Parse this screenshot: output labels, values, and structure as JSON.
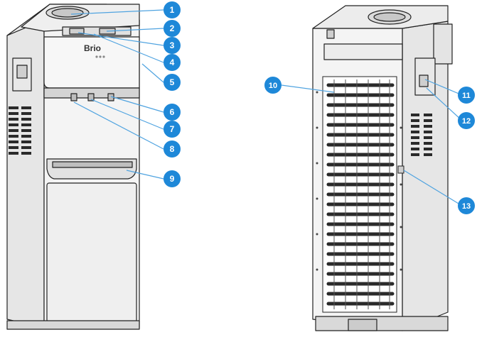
{
  "brand": {
    "logo_text": "Brio"
  },
  "callouts": [
    {
      "number": "1"
    },
    {
      "number": "2"
    },
    {
      "number": "3"
    },
    {
      "number": "4"
    },
    {
      "number": "5"
    },
    {
      "number": "6"
    },
    {
      "number": "7"
    },
    {
      "number": "8"
    },
    {
      "number": "9"
    },
    {
      "number": "10"
    },
    {
      "number": "11"
    },
    {
      "number": "12"
    },
    {
      "number": "13"
    }
  ],
  "colors": {
    "badge_fill": "#1e88d8",
    "leader_line": "#4fa3e0",
    "outline": "#222222",
    "body_fill": "#f2f2f2",
    "coil_dark": "#2a2a2a"
  }
}
